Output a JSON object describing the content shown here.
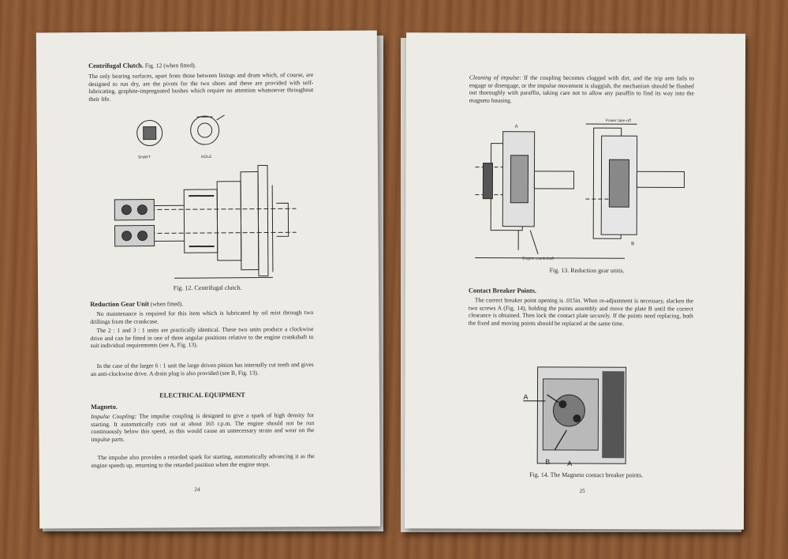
{
  "left_page": {
    "centrifugal": {
      "heading": "Centrifugal Clutch.",
      "heading_rest": "Fig. 12 (when fitted).",
      "body": "The only bearing surfaces, apart from those between linings and drum which, of course, are designed to run dry, are the pivots for the two shoes and these are provided with self-lubricating, graphite-impregnated bushes which require no attention whatsoever throughout their life."
    },
    "fig12_labels": {
      "shaft": "SHAFT",
      "hole": "HOLE"
    },
    "fig12_caption": "Fig. 12.  Centrifugal clutch.",
    "reduction": {
      "heading": "Reduction Gear Unit",
      "heading_rest": "(when fitted).",
      "p1": "No maintenance is required for this item which is lubricated by oil mist through two drillings from the crankcase.",
      "p2": "The 2 : 1 and 3 : 1 units are practically identical.   These two units produce a clockwise drive and can be fitted in one of three angular positions relative to the engine crankshaft to suit individual requirements (see A, Fig. 13).",
      "p3": "In the case of the larger 6 : 1 unit the large driven pinion has internally cut teeth and gives an anti-clockwise drive.  A drain plug is also provided (see B, Fig. 13)."
    },
    "electrical_heading": "ELECTRICAL EQUIPMENT",
    "magneto_heading": "Magneto.",
    "impulse": {
      "label": "Impulse Coupling:",
      "body": " The impulse coupling is designed to give a spark of high density for starting.  It automatically cuts out at about 165 r.p.m.  The engine should not be run continuously below this speed, as this would cause an unnecessary strain and wear on the impulse parts.",
      "p2": "The impulse also provides a retarded spark for starting, automatically advancing it as the engine speeds up, returning to the retarded position when the engine stops."
    },
    "page_number": "24"
  },
  "right_page": {
    "cleaning": {
      "label": "Cleaning of impulse:",
      "body": " If the coupling becomes clogged with dirt, and the trip arm fails to engage or disengage, or the impulse movement is sluggish, the mechanism should be flushed out thoroughly with paraffin, taking care not to allow any paraffin to find its way into the magneto housing."
    },
    "fig13_labels": {
      "power_take_off": "Power take-off",
      "engine_crankshaft": "Engine crankshaft",
      "a": "A",
      "b": "B"
    },
    "fig13_caption": "Fig. 13.  Reduction gear units.",
    "contact": {
      "heading": "Contact Breaker Points.",
      "body": "The correct breaker point opening is .015in.  When re-adjustment is necessary, slacken the two screws A (Fig. 14), holding the points assembly and move the plate B until the correct clearance is obtained.  Then lock the contact plate securely.  If the points need replacing, both the fixed and moving points should be replaced at the same time."
    },
    "fig14_labels": {
      "a_left": "A",
      "b": "B",
      "a_bottom": "A"
    },
    "fig14_caption": "Fig. 14.   The Magneto contact breaker points.",
    "page_number": "25"
  }
}
